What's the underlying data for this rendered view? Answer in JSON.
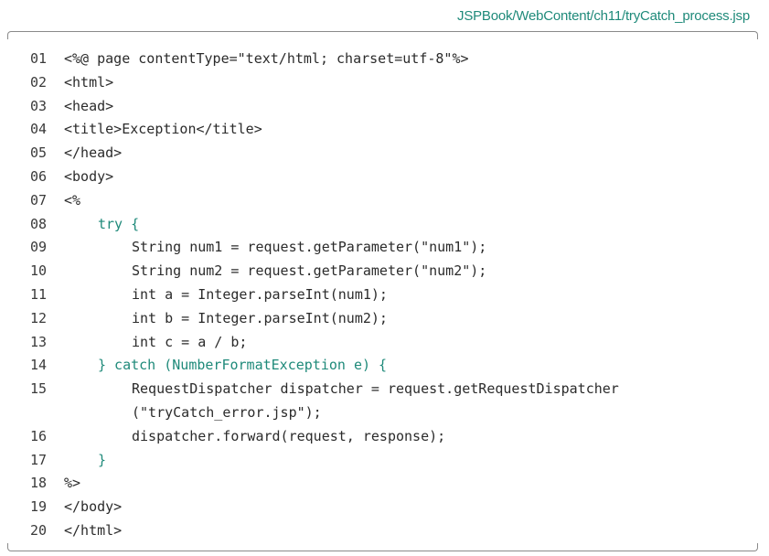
{
  "header": {
    "file_path": "JSPBook/WebContent/ch11/tryCatch_process.jsp"
  },
  "colors": {
    "accent": "#1f8a7a",
    "code_text": "#2b2b2b",
    "frame": "#8a8a8a"
  },
  "code": {
    "lines": [
      {
        "num": "01",
        "text": "<%@ page contentType=\"text/html; charset=utf-8\"%>"
      },
      {
        "num": "02",
        "text": "<html>"
      },
      {
        "num": "03",
        "text": "<head>"
      },
      {
        "num": "04",
        "text": "<title>Exception</title>"
      },
      {
        "num": "05",
        "text": "</head>"
      },
      {
        "num": "06",
        "text": "<body>"
      },
      {
        "num": "07",
        "text": "<%"
      },
      {
        "num": "08",
        "text": "try {"
      },
      {
        "num": "09",
        "text": "String num1 = request.getParameter(\"num1\");"
      },
      {
        "num": "10",
        "text": "String num2 = request.getParameter(\"num2\");"
      },
      {
        "num": "11",
        "text": "int a = Integer.parseInt(num1);"
      },
      {
        "num": "12",
        "text": "int b = Integer.parseInt(num2);"
      },
      {
        "num": "13",
        "text": "int c = a / b;"
      },
      {
        "num": "14",
        "text": "} catch (NumberFormatException e) {"
      },
      {
        "num": "15",
        "text": "RequestDispatcher dispatcher = request.getRequestDispatcher"
      },
      {
        "num": "",
        "text": "(\"tryCatch_error.jsp\");"
      },
      {
        "num": "16",
        "text": "dispatcher.forward(request, response);"
      },
      {
        "num": "17",
        "text": "}"
      },
      {
        "num": "18",
        "text": "%>"
      },
      {
        "num": "19",
        "text": "</body>"
      },
      {
        "num": "20",
        "text": "</html>"
      }
    ]
  }
}
